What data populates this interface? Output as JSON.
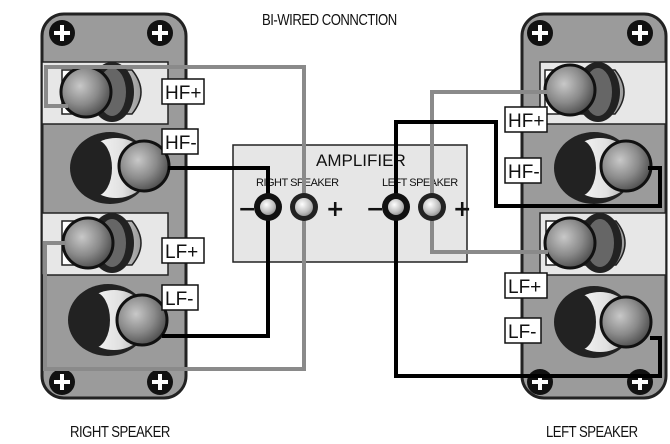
{
  "title": "BI-WIRED CONNCTION",
  "amplifier": {
    "label": "AMPLIFIER",
    "right_channel": "RIGHT SPEAKER",
    "left_channel": "LEFT SPEAKER",
    "minus": "−",
    "plus": "+"
  },
  "right_speaker": {
    "caption": "RIGHT SPEAKER",
    "terminals": [
      "HF+",
      "HF-",
      "LF+",
      "LF-"
    ]
  },
  "left_speaker": {
    "caption": "LEFT SPEAKER",
    "terminals": [
      "HF+",
      "HF-",
      "LF+",
      "LF-"
    ]
  },
  "colors": {
    "panel": "#9b9b9b",
    "amp_box": "#e6e6e6",
    "positive_wire": "#8a8a8a",
    "negative_wire": "#000000"
  }
}
